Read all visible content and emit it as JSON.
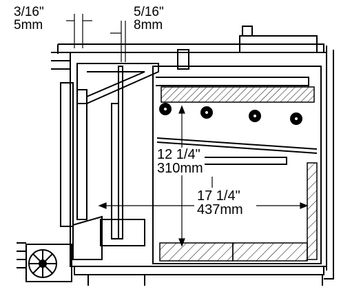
{
  "dimensions": {
    "gap_left": {
      "imperial": "3/16\"",
      "metric": "5mm"
    },
    "gap_right": {
      "imperial": "5/16\"",
      "metric": "8mm"
    },
    "height": {
      "imperial": "12  1/4\"",
      "metric": "310mm"
    },
    "depth": {
      "imperial": "17  1/4\"",
      "metric": "437mm"
    }
  }
}
